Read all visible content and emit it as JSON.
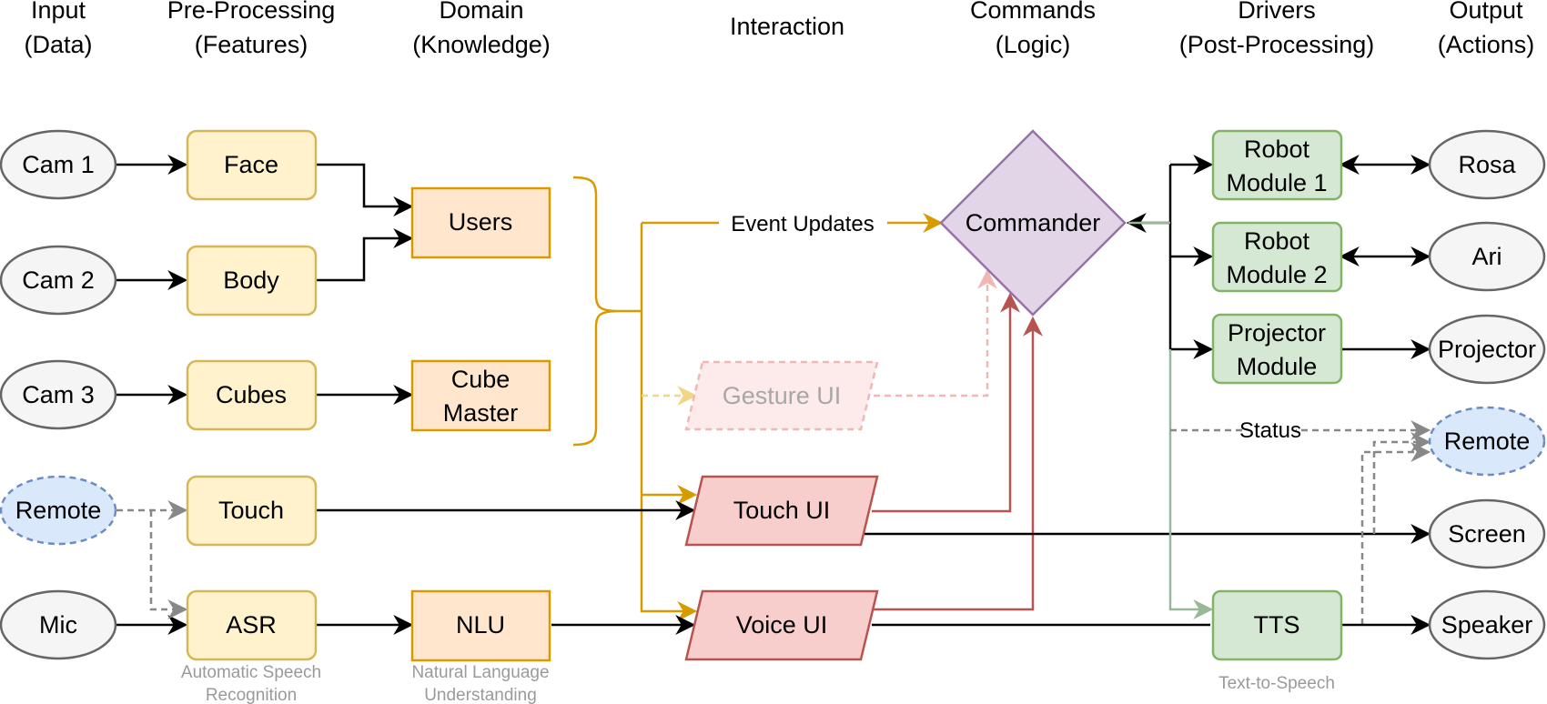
{
  "headers": {
    "input_1": "Input",
    "input_2": "(Data)",
    "pre_1": "Pre-Processing",
    "pre_2": "(Features)",
    "domain_1": "Domain",
    "domain_2": "(Knowledge)",
    "interaction": "Interaction",
    "commands_1": "Commands",
    "commands_2": "(Logic)",
    "drivers_1": "Drivers",
    "drivers_2": "(Post-Processing)",
    "output_1": "Output",
    "output_2": "(Actions)"
  },
  "inputs": {
    "cam1": "Cam 1",
    "cam2": "Cam 2",
    "cam3": "Cam 3",
    "remote": "Remote",
    "mic": "Mic"
  },
  "preprocessing": {
    "face": "Face",
    "body": "Body",
    "cubes": "Cubes",
    "touch": "Touch",
    "asr": "ASR",
    "asr_note_1": "Automatic Speech",
    "asr_note_2": "Recognition"
  },
  "domain": {
    "users": "Users",
    "cube_master_1": "Cube",
    "cube_master_2": "Master",
    "nlu": "NLU",
    "nlu_note_1": "Natural Language",
    "nlu_note_2": "Understanding"
  },
  "interaction": {
    "gesture_ui": "Gesture UI",
    "touch_ui": "Touch UI",
    "voice_ui": "Voice UI"
  },
  "edges": {
    "event_updates": "Event Updates",
    "status": "Status"
  },
  "commands": {
    "commander": "Commander"
  },
  "drivers": {
    "robot1_1": "Robot",
    "robot1_2": "Module 1",
    "robot2_1": "Robot",
    "robot2_2": "Module 2",
    "projector_1": "Projector",
    "projector_2": "Module",
    "tts": "TTS",
    "tts_note": "Text-to-Speech"
  },
  "outputs": {
    "rosa": "Rosa",
    "ari": "Ari",
    "projector": "Projector",
    "remote": "Remote",
    "screen": "Screen",
    "speaker": "Speaker"
  },
  "colors": {
    "input_fill": "#f5f5f5",
    "input_stroke": "#666666",
    "remote_fill": "#dae8fc",
    "remote_stroke": "#6c8ebf",
    "pre_fill": "#fff2cc",
    "pre_stroke": "#d6b656",
    "domain_fill": "#ffe6cc",
    "domain_stroke": "#d79b00",
    "ui_fill": "#f8cecc",
    "ui_stroke": "#b85450",
    "commander_fill": "#e1d5e7",
    "commander_stroke": "#9673a6",
    "driver_fill": "#d5e8d4",
    "driver_stroke": "#82b366",
    "orange_edge": "#d79b00",
    "red_edge": "#b85450"
  }
}
